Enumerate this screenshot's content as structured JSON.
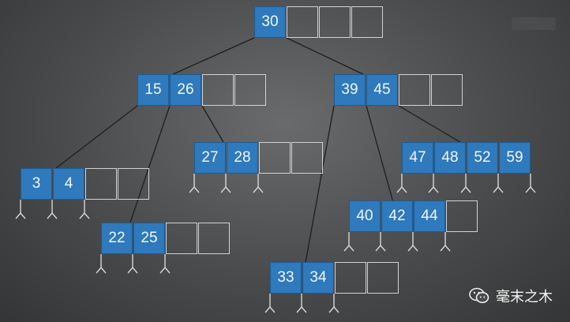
{
  "tree": {
    "nodes": [
      {
        "id": "root",
        "keys": [
          "30"
        ],
        "slots": 4
      },
      {
        "id": "n-15-26",
        "keys": [
          "15",
          "26"
        ],
        "slots": 4
      },
      {
        "id": "n-39-45",
        "keys": [
          "39",
          "45"
        ],
        "slots": 4
      },
      {
        "id": "n-3-4",
        "keys": [
          "3",
          "4"
        ],
        "slots": 4
      },
      {
        "id": "n-22-25",
        "keys": [
          "22",
          "25"
        ],
        "slots": 4
      },
      {
        "id": "n-27-28",
        "keys": [
          "27",
          "28"
        ],
        "slots": 4
      },
      {
        "id": "n-33-34",
        "keys": [
          "33",
          "34"
        ],
        "slots": 4
      },
      {
        "id": "n-40-42-44",
        "keys": [
          "40",
          "42",
          "44"
        ],
        "slots": 4
      },
      {
        "id": "n-47-48-52-59",
        "keys": [
          "47",
          "48",
          "52",
          "59"
        ],
        "slots": 4
      }
    ],
    "edges": [
      [
        "root",
        "n-15-26"
      ],
      [
        "root",
        "n-39-45"
      ],
      [
        "n-15-26",
        "n-3-4"
      ],
      [
        "n-15-26",
        "n-22-25"
      ],
      [
        "n-15-26",
        "n-27-28"
      ],
      [
        "n-39-45",
        "n-33-34"
      ],
      [
        "n-39-45",
        "n-40-42-44"
      ],
      [
        "n-39-45",
        "n-47-48-52-59"
      ]
    ]
  },
  "brand": {
    "text": "毫末之木",
    "icon": "wechat-icon"
  }
}
